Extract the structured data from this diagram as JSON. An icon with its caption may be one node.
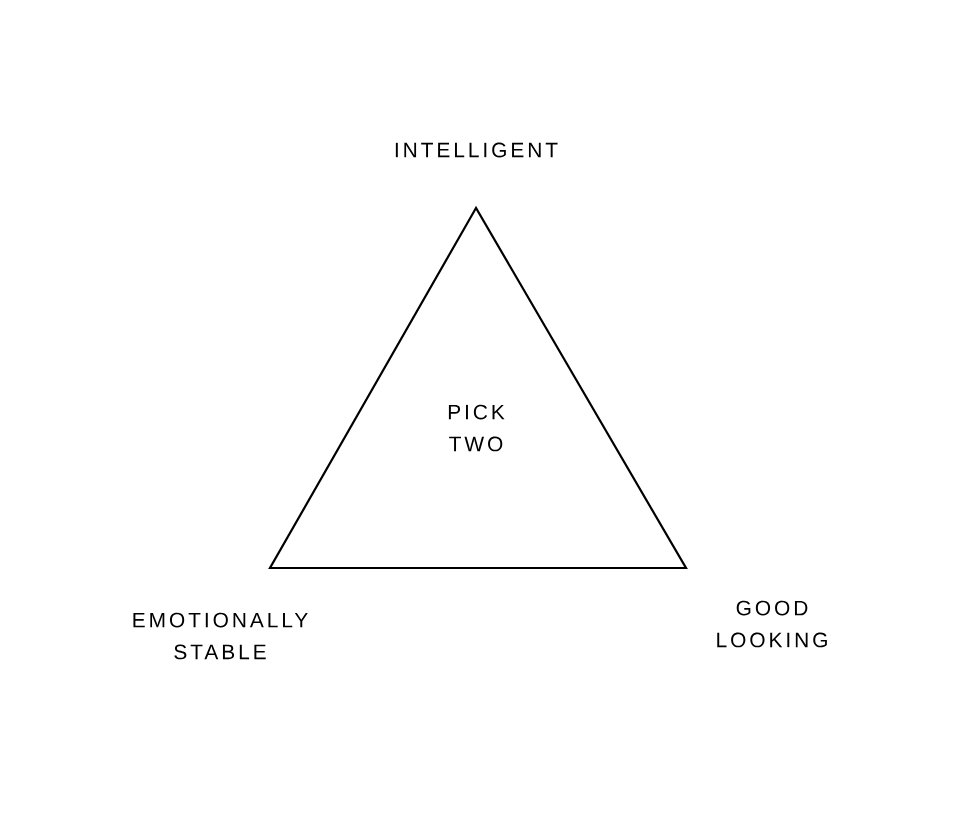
{
  "diagram": {
    "nodes": [
      {
        "text": [
          "PICK TWO"
        ]
      }
    ],
    "labels": [
      "INTELLIGENT",
      "EMOTIONALLY STABLE",
      "GOOD LOOKING"
    ]
  }
}
